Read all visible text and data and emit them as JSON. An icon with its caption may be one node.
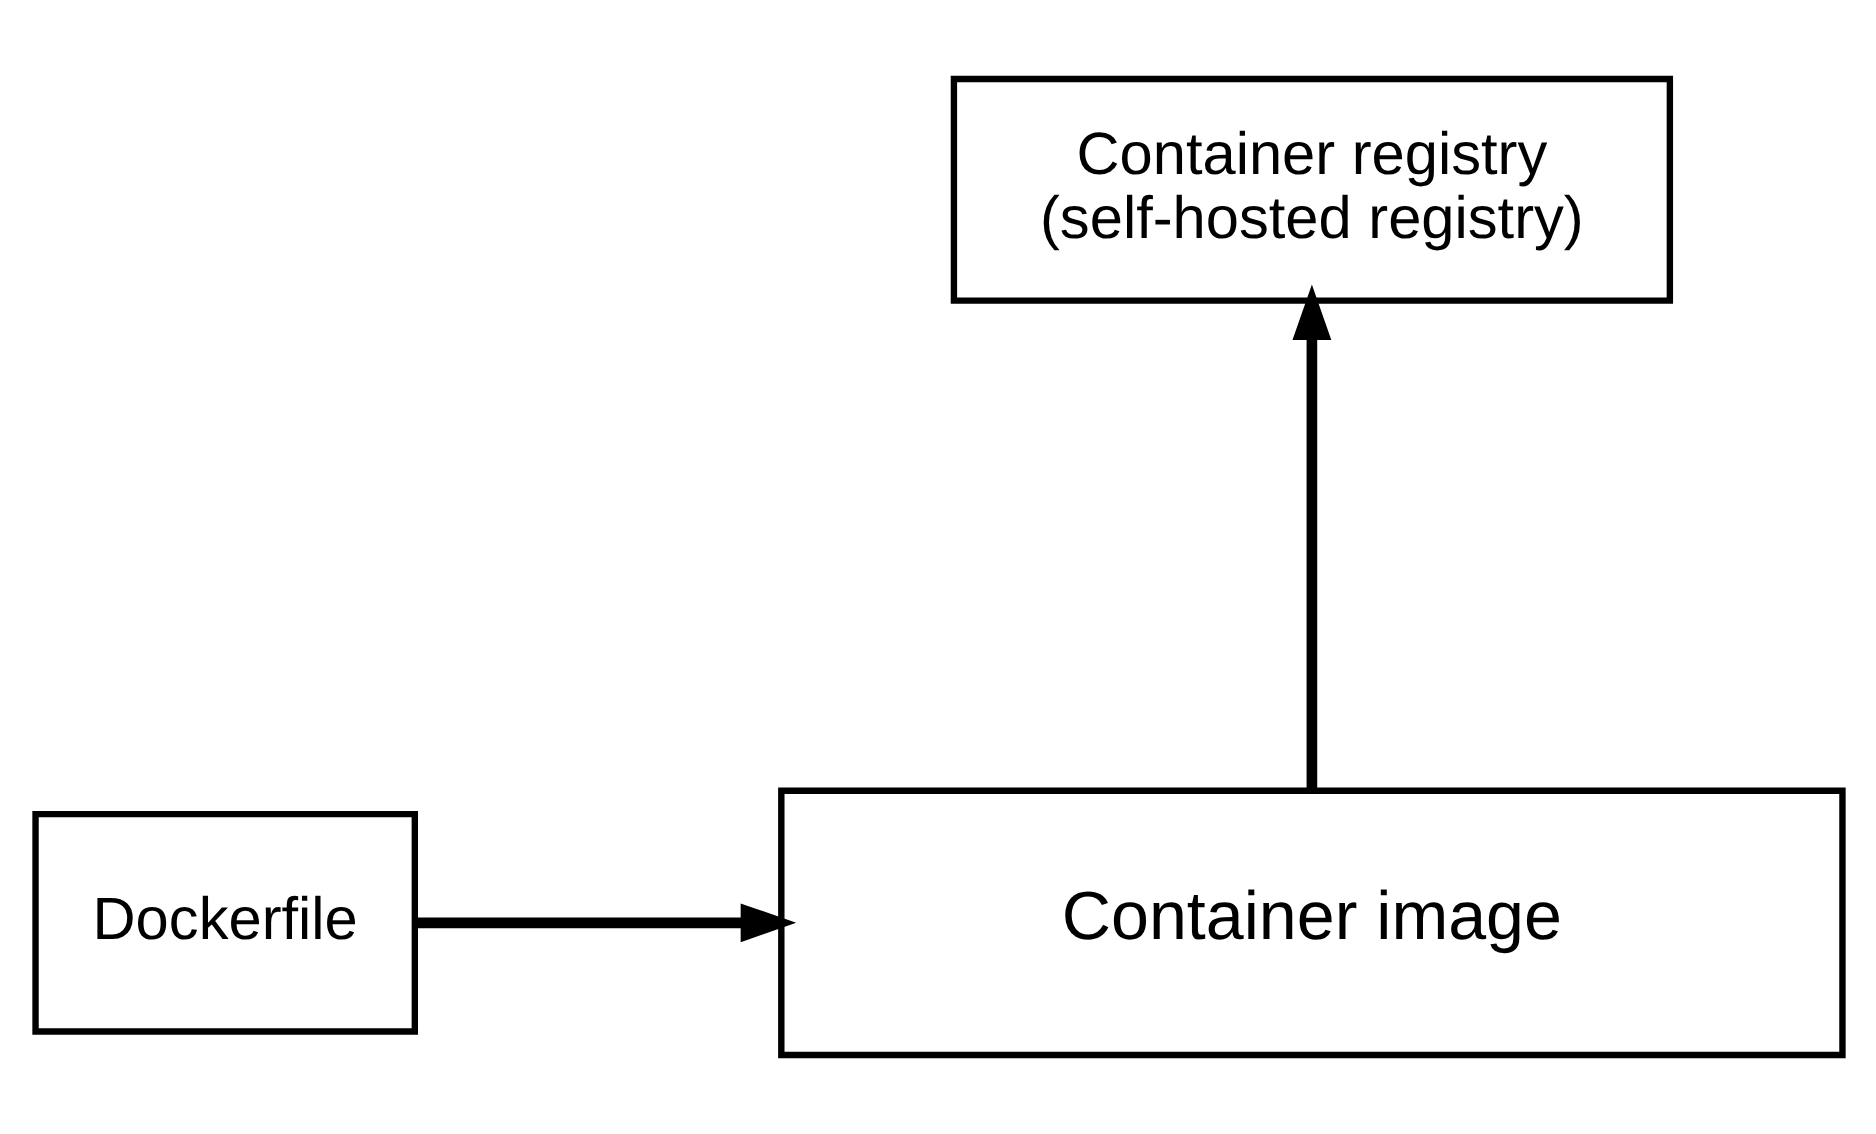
{
  "diagram": {
    "nodes": [
      {
        "text": [
          "Container registry",
          "(self-hosted registry)"
        ]
      },
      {
        "text": [
          "Dockerfile"
        ]
      },
      {
        "text": [
          "Container image"
        ]
      }
    ],
    "edges": [
      {
        "from": 1,
        "to": 2,
        "arrow": "to"
      },
      {
        "from": 2,
        "to": 0,
        "arrow": "to"
      }
    ]
  }
}
